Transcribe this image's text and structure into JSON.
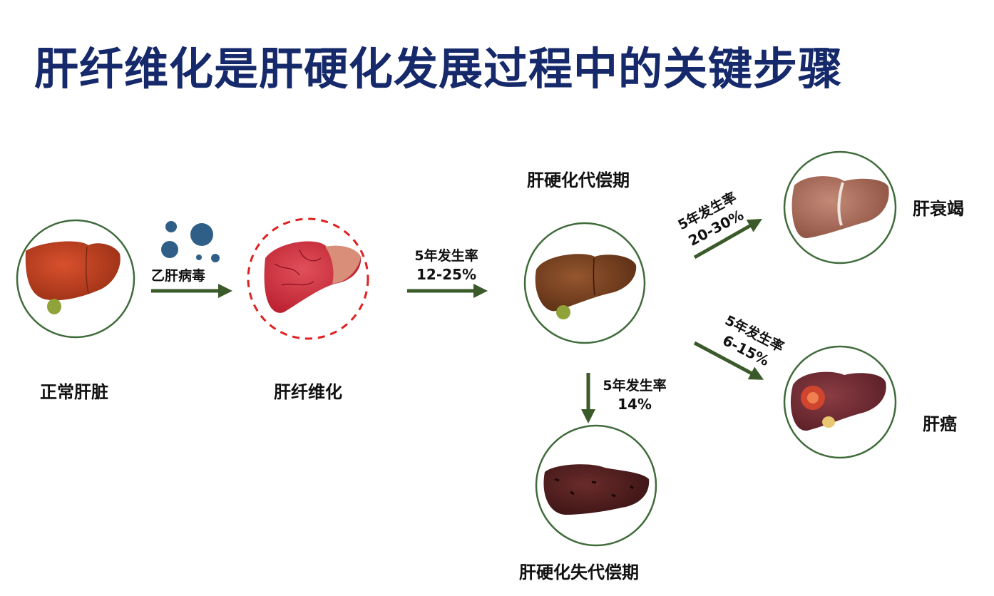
{
  "title": "肝纤维化是肝硬化发展过程中的关键步骤",
  "stages": {
    "normal": "正常肝脏",
    "fibrosis": "肝纤维化",
    "compensated": "肝硬化代偿期",
    "decompensated": "肝硬化失代偿期",
    "failure": "肝衰竭",
    "cancer": "肝癌"
  },
  "transitions": {
    "virus": "乙肝病毒",
    "to_compensated": {
      "label": "5年发生率",
      "value": "12-25%"
    },
    "to_failure": {
      "label": "5年发生率",
      "value": "20-30%"
    },
    "to_cancer": {
      "label": "5年发生率",
      "value": "6-15%"
    },
    "to_decompensated": {
      "label": "5年发生率",
      "value": "14%"
    }
  },
  "colors": {
    "title": "#15296b",
    "arrow": "#3b5a2a",
    "circle": "#3f6b3a",
    "dashed": "#e02020"
  }
}
